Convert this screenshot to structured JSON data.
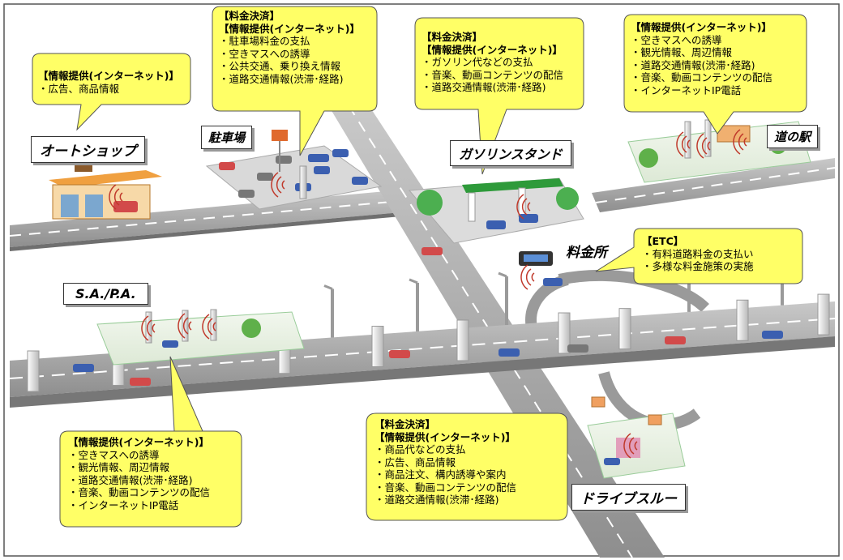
{
  "places": {
    "auto_shop": "オートショップ",
    "parking": "駐車場",
    "gas_station": "ガソリンスタンド",
    "roadside_station": "道の駅",
    "toll_gate": "料金所",
    "sa_pa": "S.A./P.A.",
    "drive_through": "ドライブスルー"
  },
  "callouts": {
    "auto_shop": {
      "title": "【情報提供(インターネット)】",
      "items": [
        "・広告、商品情報"
      ]
    },
    "parking": {
      "titles": [
        "【料金決済】",
        "【情報提供(インターネット)】"
      ],
      "items": [
        "・駐車場料金の支払",
        "・空きマスへの誘導",
        "・公共交通、乗り換え情報",
        "・道路交通情報(渋滞･経路)"
      ]
    },
    "gas_station": {
      "titles": [
        "【料金決済】",
        "【情報提供(インターネット)】"
      ],
      "items": [
        "・ガソリン代などの支払",
        "・音楽、動画コンテンツの配信",
        "・道路交通情報(渋滞･経路)"
      ]
    },
    "roadside_station": {
      "title": "【情報提供(インターネット)】",
      "items": [
        "・空きマスへの誘導",
        "・観光情報、周辺情報",
        "・道路交通情報(渋滞･経路)",
        "・音楽、動画コンテンツの配信",
        "・インターネットIP電話"
      ]
    },
    "toll_gate": {
      "title": "【ETC】",
      "items": [
        "・有料道路料金の支払い",
        "・多様な料金施策の実施"
      ]
    },
    "sa_pa": {
      "title": "【情報提供(インターネット)】",
      "items": [
        "・空きマスへの誘導",
        "・観光情報、周辺情報",
        "・道路交通情報(渋滞･経路)",
        "・音楽、動画コンテンツの配信",
        "・インターネットIP電話"
      ]
    },
    "drive_through": {
      "titles": [
        "【料金決済】",
        "【情報提供(インターネット)】"
      ],
      "items": [
        "・商品代などの支払",
        "・広告、商品情報",
        "・商品注文、構内誘導や案内",
        "・音楽、動画コンテンツの配信",
        "・道路交通情報(渋滞･経路)"
      ]
    }
  },
  "colors": {
    "bubble_fill": "#ffff66",
    "road": "#a8a8a8",
    "road_edge": "#6f6f6f",
    "lane_mark": "#ffffff",
    "grass": "#66b84a",
    "building_roof": "#e08a2c",
    "canopy": "#2e9a3a",
    "signal": "#c0392b"
  }
}
